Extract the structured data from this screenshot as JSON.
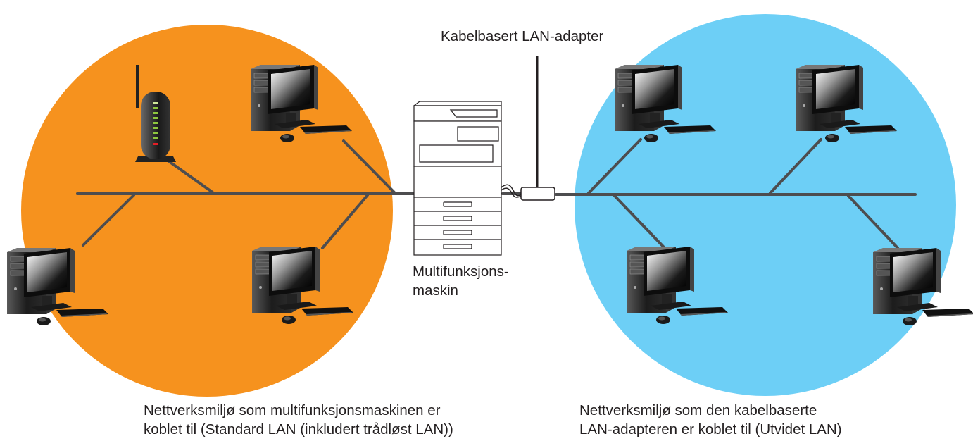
{
  "labels": {
    "adapter": "Kabelbasert LAN-adapter",
    "mfp_line1": "Multifunksjons-",
    "mfp_line2": "maskin",
    "left_caption_line1": "Nettverksmiljø som multifunksjonsmaskinen er",
    "left_caption_line2": "koblet til (Standard LAN (inkludert trådløst LAN))",
    "right_caption_line1": "Nettverksmiljø som den kabelbaserte",
    "right_caption_line2": "LAN-adapteren er koblet til (Utvidet LAN)"
  },
  "colors": {
    "standard_lan_zone": "#f6921e",
    "extended_lan_zone": "#6dcff6",
    "cable": "#4d4d4f",
    "text": "#231f20"
  },
  "icons": {
    "computer": "desktop-computer-icon",
    "router": "wireless-router-icon",
    "mfp": "multifunction-printer-icon",
    "adapter": "wired-lan-adapter-icon"
  }
}
